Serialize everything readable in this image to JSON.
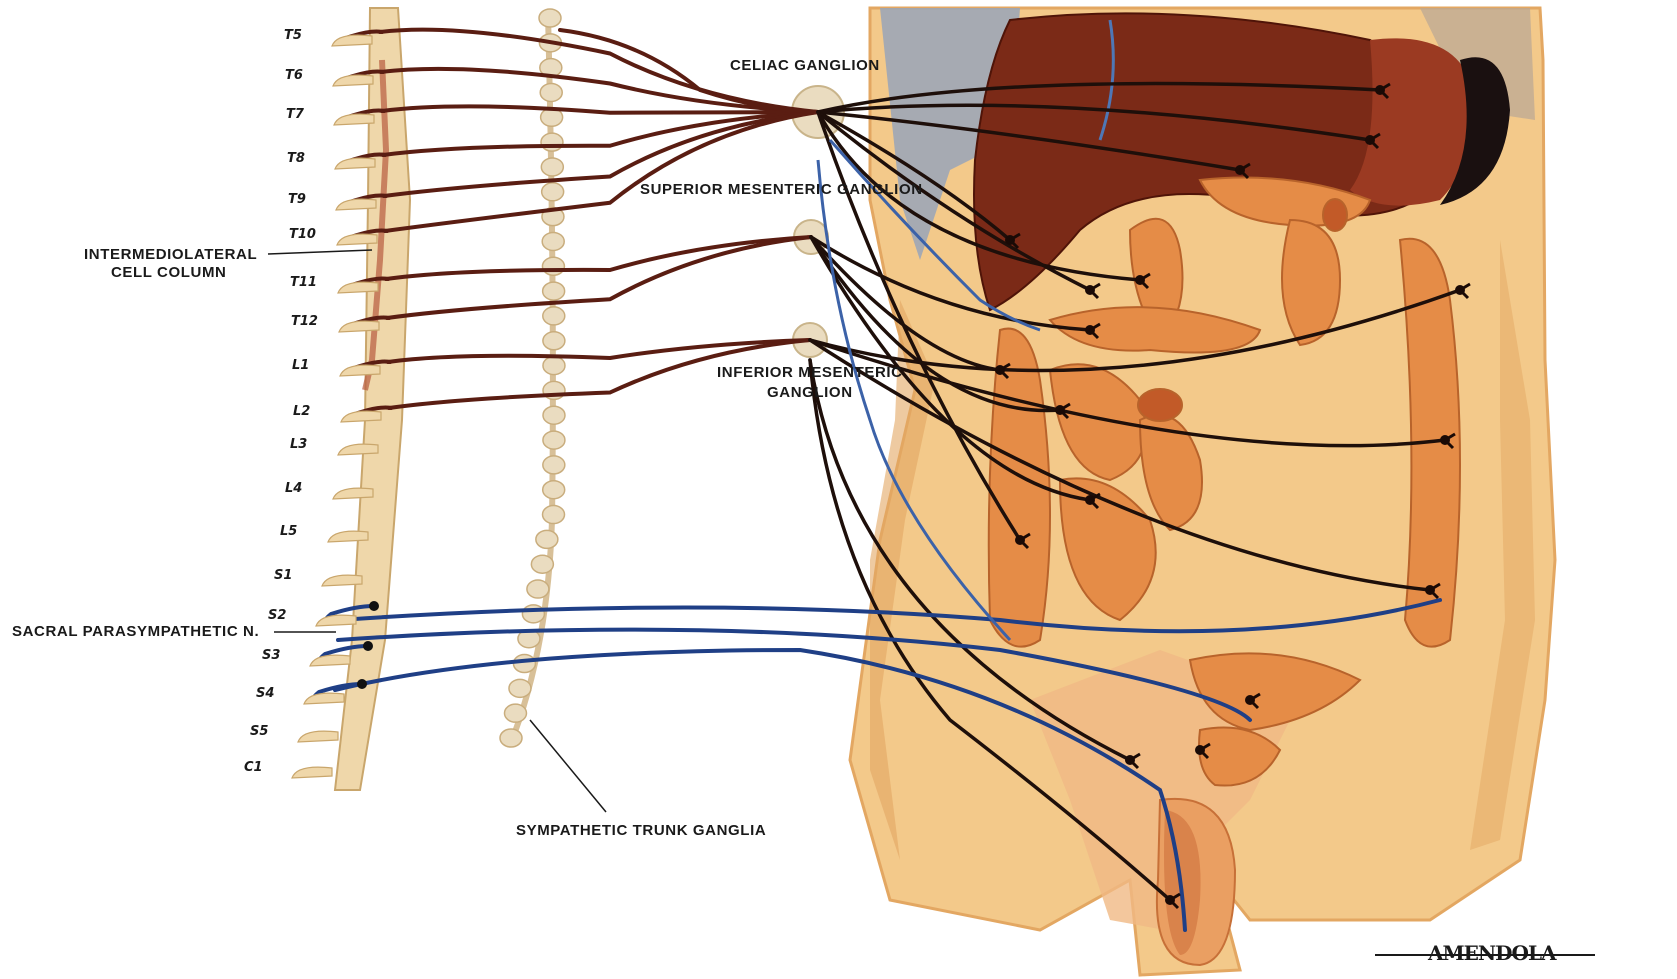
{
  "labels": {
    "celiac": "CELIAC GANGLION",
    "superior_mesenteric": "SUPERIOR MESENTERIC GANGLION",
    "inferior_mesenteric_line1": "INFERIOR MESENTERIC",
    "inferior_mesenteric_line2": "GANGLION",
    "intermediolateral_line1": "INTERMEDIOLATERAL",
    "intermediolateral_line2": "CELL COLUMN",
    "sacral_parasympathetic": "SACRAL PARASYMPATHETIC N.",
    "sympathetic_trunk": "SYMPATHETIC TRUNK GANGLIA",
    "signature": "AMENDOLA"
  },
  "spinal_segments": [
    "T5",
    "T6",
    "T7",
    "T8",
    "T9",
    "T10",
    "T11",
    "T12",
    "L1",
    "L2",
    "L3",
    "L4",
    "L5",
    "S1",
    "S2",
    "S3",
    "S4",
    "S5",
    "C1"
  ],
  "colors": {
    "sympathetic_nerve": "#5a1d12",
    "parasympathetic_nerve": "#1f3f86",
    "skin": "#f3c98a",
    "skin_shadow": "#e3a762",
    "intestine": "#e58c47",
    "liver": "#7b2a17",
    "spine": "#efd7aa",
    "ganglion": "#eadcc0"
  }
}
